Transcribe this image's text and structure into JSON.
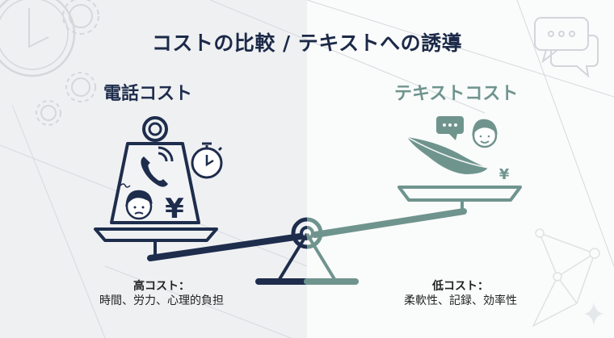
{
  "title": "コストの比較 / テキストへの誘導",
  "left": {
    "heading": "電話コスト",
    "caption_title": "高コスト：",
    "caption_body": "時間、労力、心理的負担",
    "color": "#1e2d4c",
    "icons": [
      "weight-icon",
      "phone-icon",
      "stopwatch-icon",
      "worried-face-icon",
      "yen-icon"
    ],
    "yen_glyph": "¥"
  },
  "right": {
    "heading": "テキストコスト",
    "caption_title": "低コスト：",
    "caption_body": "柔軟性、記録、効率性",
    "color": "#6f948e",
    "icons": [
      "feather-icon",
      "chat-bubble-icon",
      "smiling-face-icon",
      "yen-icon"
    ],
    "yen_glyph": "¥"
  },
  "background_icons": [
    "clock-icon",
    "gear-icon",
    "chat-bubbles-icon",
    "network-icon",
    "sparkle-icon"
  ]
}
